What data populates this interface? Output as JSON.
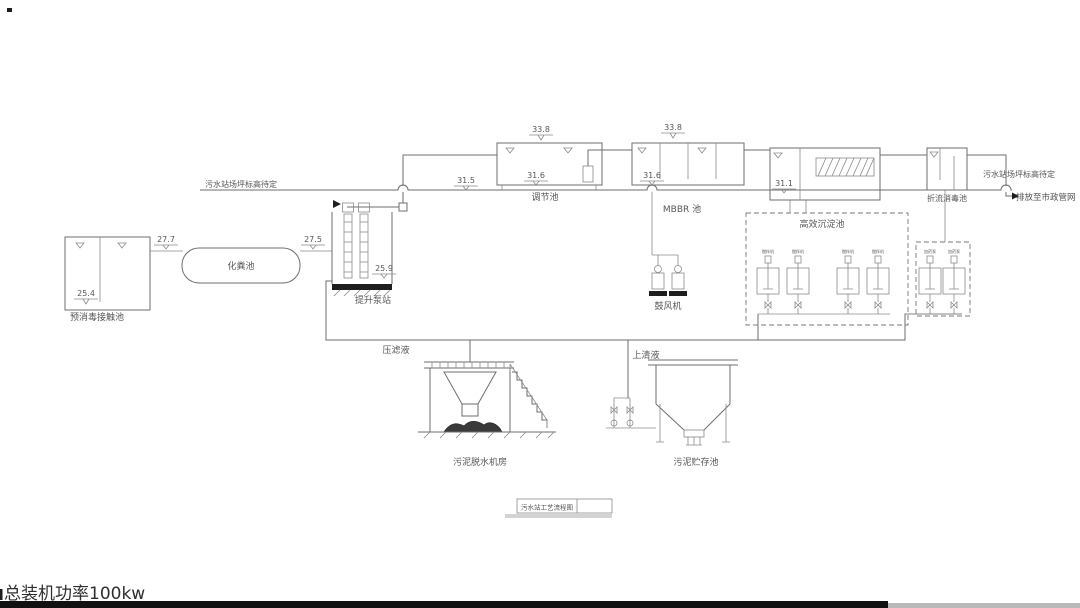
{
  "colors": {
    "line": "#6e6e6e",
    "text": "#565656",
    "dark": "#1e1e1e"
  },
  "ground": {
    "left_label": "污水站场坪标高待定",
    "right_label": "污水站场坪标高待定"
  },
  "discharge_label": "排放至市政管网",
  "units": {
    "pre_disinfection": "预消毒接触池",
    "septic": "化粪池",
    "lift_pump": "提升泵站",
    "regulating": "调节池",
    "mbbr": "MBBR 池",
    "sedimentation": "高效沉淀池",
    "baffle_disinfection": "折流消毒池",
    "blower": "鼓风机",
    "dewatering": "污泥脱水机房",
    "sludge_storage": "污泥贮存池"
  },
  "elevations": {
    "pre_disinfection": "25.4",
    "septic_in": "27.7",
    "septic_out": "27.5",
    "lift_pump": "25.9",
    "regulating_ground": "31.5",
    "regulating_top": "33.8",
    "regulating_bottom": "31.6",
    "mbbr_top": "33.8",
    "mbbr_bottom": "31.6",
    "sedimentation": "31.1"
  },
  "streams": {
    "filtrate": "压滤液",
    "supernatant": "上清液"
  },
  "equipment_labels": [
    "搅拌机",
    "搅拌机",
    "搅拌机",
    "搅拌机",
    "加药泵",
    "加药泵"
  ],
  "title_block": {
    "title": "污水站工艺流程图"
  },
  "footer": {
    "power_note": "总装机功率100kw"
  }
}
